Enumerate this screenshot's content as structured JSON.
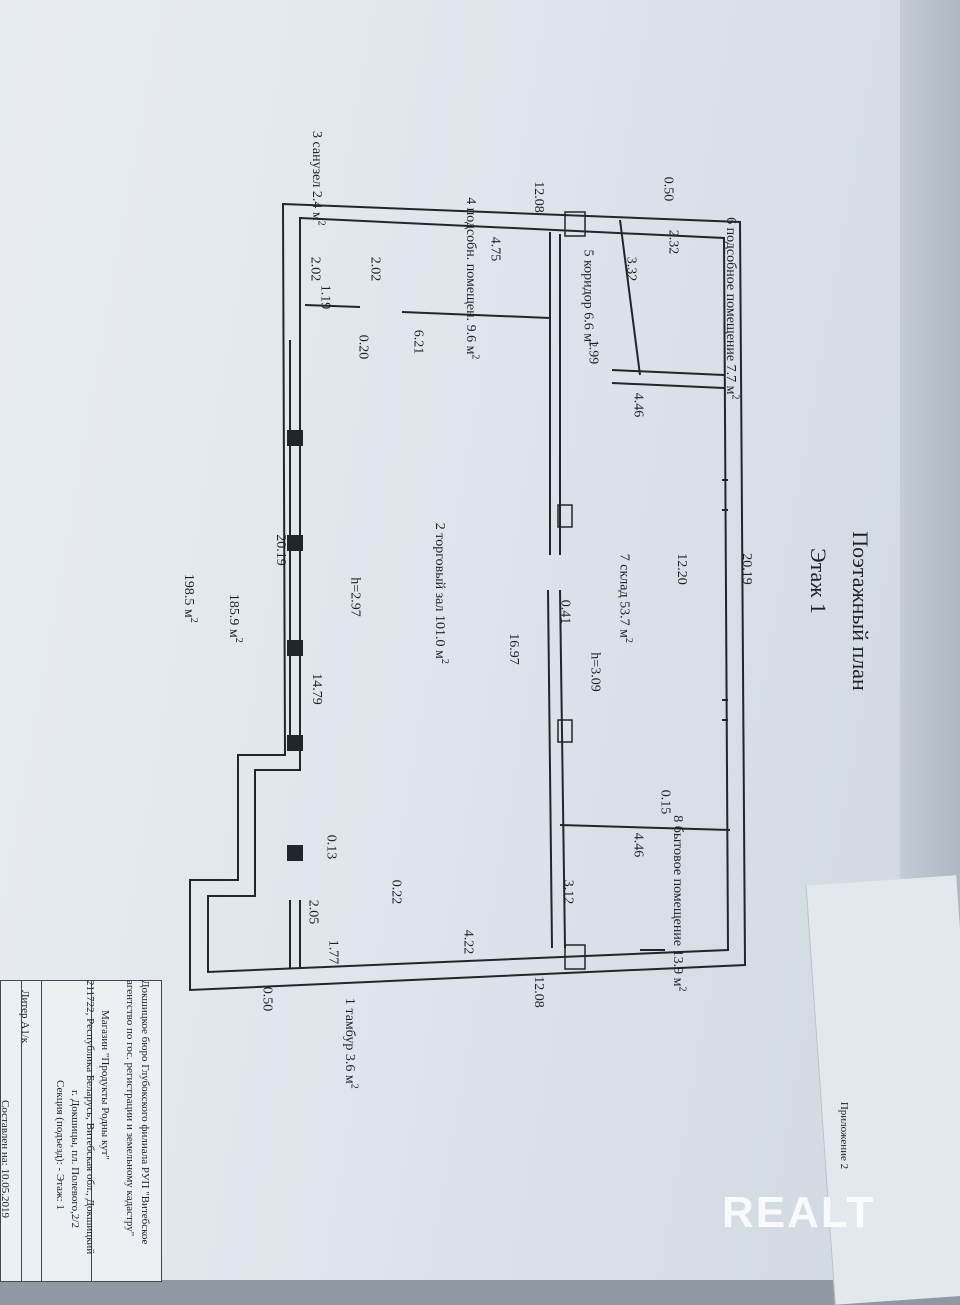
{
  "header": {
    "title": "Поэтажный план",
    "floor": "Этаж 1",
    "appendix": "Приложение 2"
  },
  "rooms": [
    {
      "num": "1",
      "name": "тамбур",
      "area": "3.6"
    },
    {
      "num": "2",
      "name": "торговый зал",
      "area": "101.0",
      "height": "h=2.97"
    },
    {
      "num": "3",
      "name": "санузел",
      "area": "2.4"
    },
    {
      "num": "4",
      "name": "подсобн.",
      "name2": "помещен.",
      "area": "9.6"
    },
    {
      "num": "5",
      "name": "коридор",
      "area": "6.6"
    },
    {
      "num": "6",
      "name": "подсобное",
      "name2": "помещение",
      "area": "7.7"
    },
    {
      "num": "7",
      "name": "склад",
      "area": "53.7",
      "height": "h=3.09"
    },
    {
      "num": "8",
      "name": "бытовое",
      "name2": "помещение",
      "area": "13.9"
    }
  ],
  "unit": "м",
  "unit_power": "2",
  "dimensions": {
    "top_width": "12.08",
    "bottom_width": "12.08",
    "left_length": "20.19",
    "right_length": "20.19",
    "d_050_top": "0.50",
    "d_050_bottom": "0.50",
    "d_232": "2.32",
    "d_332": "3.32",
    "d_199": "1.99",
    "d_446_top": "4.46",
    "d_446_bottom": "4.46",
    "d_1220": "12.20",
    "d_475": "4.75",
    "d_202_a": "2.02",
    "d_202_b": "2.02",
    "d_119": "1.19",
    "d_020": "0.20",
    "d_621": "6.21",
    "d_041": "0.41",
    "d_1697": "16.97",
    "d_1479": "14.79",
    "d_015": "0.15",
    "d_013": "0.13",
    "d_022": "0.22",
    "d_205": "2.05",
    "d_177": "1.77",
    "d_422": "4.22",
    "d_312": "3.12"
  },
  "totals": {
    "net_area": "185.9",
    "gross_area": "198.5"
  },
  "stamp": {
    "org_line1": "Докшицкое бюро Глубокского филиала РУП \"Витебское",
    "org_line2": "агентство по гос. регистрации и земельному кадастру\"",
    "object_line1": "Магазин \"Продукты Родны кут\"",
    "object_line2": "211722, Республика Беларусь, Витебская обл., Докшицкий",
    "object_line3": "г. Докшицы, пл. Полевого,2/2",
    "section": "Секция (подъезд): -  Этаж: 1",
    "liter": "Литер А1/к",
    "date": "Составлен на: 10.05.2019"
  },
  "watermark": "REALT"
}
